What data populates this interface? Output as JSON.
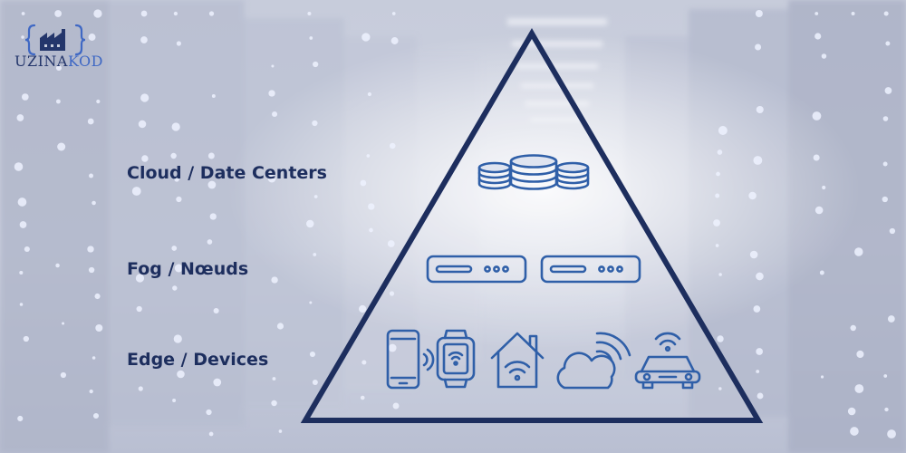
{
  "brand": {
    "logo_main": "UZINA",
    "logo_accent": "KOD",
    "logo_icon": "factory-brackets-icon"
  },
  "tiers": [
    {
      "label": "Cloud / Date Centers",
      "icons": [
        "database-stack-icon",
        "database-stack-icon",
        "database-stack-icon"
      ]
    },
    {
      "label": "Fog / Nœuds",
      "icons": [
        "server-unit-icon",
        "server-unit-icon"
      ]
    },
    {
      "label": "Edge / Devices",
      "icons": [
        "smartphone-wifi-icon",
        "smartwatch-wifi-icon",
        "smart-home-wifi-icon",
        "cloud-wifi-icon",
        "connected-car-icon"
      ]
    }
  ],
  "colors": {
    "triangle_stroke": "#1d2e5e",
    "icon_stroke": "#2f5fa8",
    "label_text": "#1d2e5e",
    "logo_dark": "#24366b",
    "logo_accent": "#3f68c4"
  }
}
